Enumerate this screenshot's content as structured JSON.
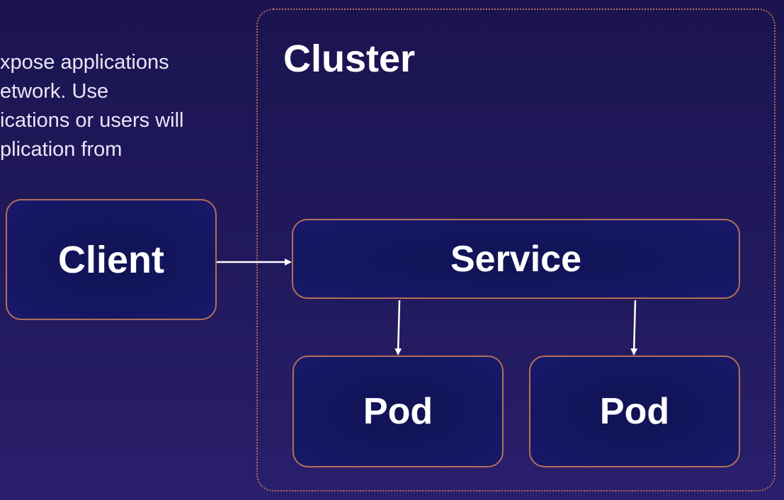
{
  "description": {
    "lines": [
      "xpose applications",
      "etwork. Use",
      "ications or users will",
      "plication from"
    ]
  },
  "cluster": {
    "title": "Cluster"
  },
  "nodes": {
    "client": "Client",
    "service": "Service",
    "pod_1": "Pod",
    "pod_2": "Pod"
  },
  "colors": {
    "background": "#1b1450",
    "border": "#b46f57",
    "box_fill": "#141660",
    "text": "#ffffff"
  }
}
